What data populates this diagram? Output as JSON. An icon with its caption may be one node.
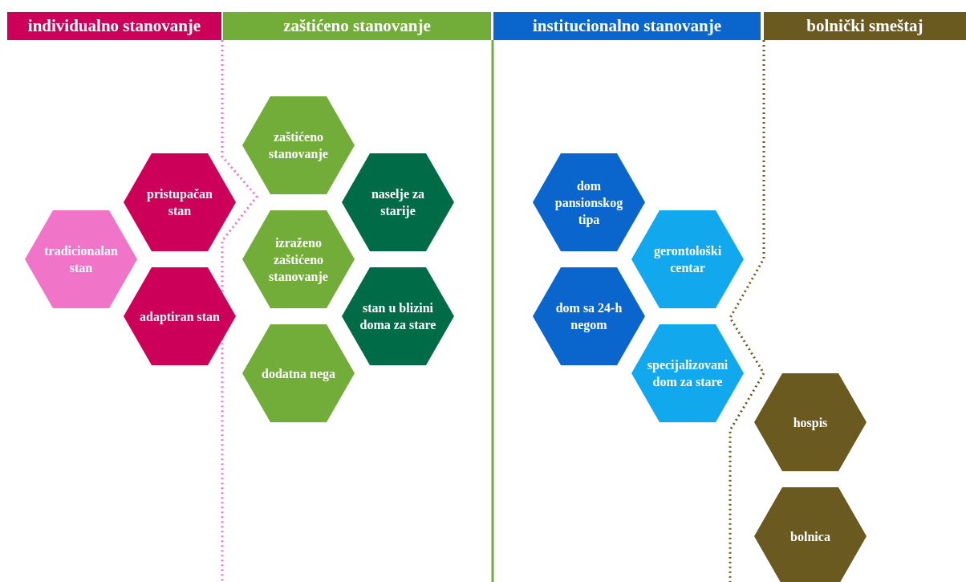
{
  "diagram": {
    "nodes": [
      {
        "text": [
          "individualno stanovanje"
        ]
      },
      {
        "text": [
          "zaštićeno stanovanje"
        ]
      },
      {
        "text": [
          "institucionalno stanovanje"
        ]
      },
      {
        "text": [
          "bolnički smeštaj"
        ]
      },
      {
        "text": [
          "tradicionalan stan"
        ]
      },
      {
        "text": [
          "pristupačan stan"
        ]
      },
      {
        "text": [
          "adaptiran stan"
        ]
      },
      {
        "text": [
          "zaštićeno stanovanje"
        ]
      },
      {
        "text": [
          "izraženo zaštićeno stanovanje"
        ]
      },
      {
        "text": [
          "dodatna nega"
        ]
      },
      {
        "text": [
          "naselje za starije"
        ]
      },
      {
        "text": [
          "stan u blizini doma za stare"
        ]
      },
      {
        "text": [
          "dom pansionskog tipa"
        ]
      },
      {
        "text": [
          "dom sa 24-h negom"
        ]
      },
      {
        "text": [
          "gerontološki centar"
        ]
      },
      {
        "text": [
          "specijalizovani dom za stare"
        ]
      },
      {
        "text": [
          "hospis"
        ]
      },
      {
        "text": [
          "bolnica"
        ]
      }
    ],
    "edges": []
  }
}
